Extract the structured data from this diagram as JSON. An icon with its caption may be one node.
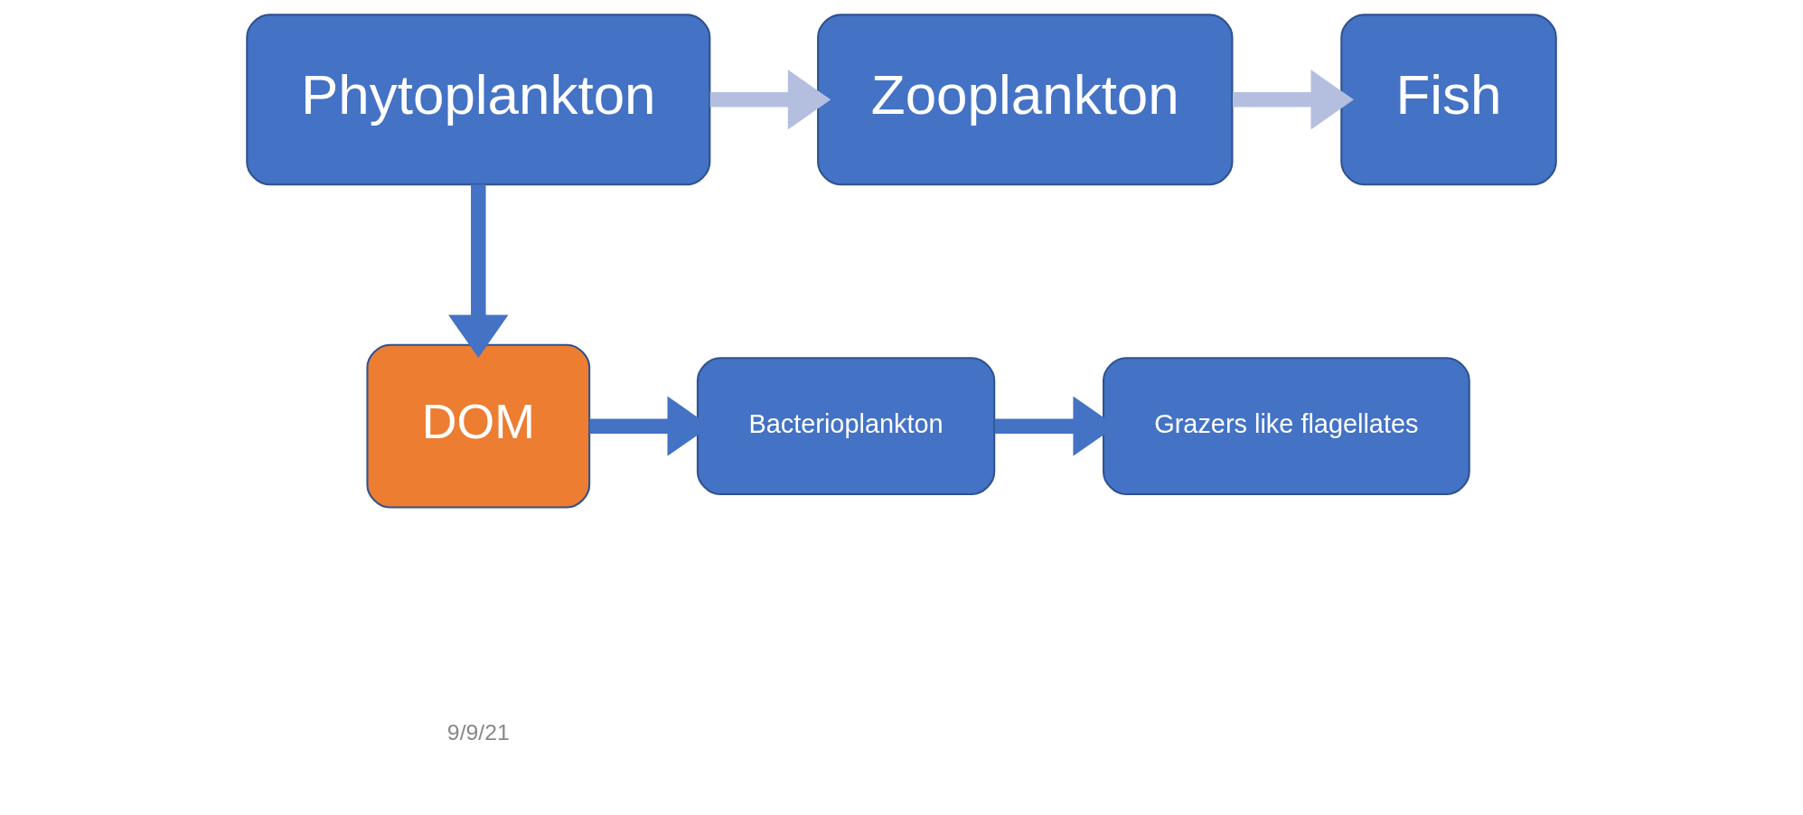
{
  "diagram": {
    "nodes": [
      {
        "text": [
          "Phytoplankton"
        ]
      },
      {
        "text": [
          "Zooplankton"
        ]
      },
      {
        "text": [
          "Fish"
        ]
      },
      {
        "text": [
          "DOM"
        ]
      },
      {
        "text": [
          "Bacterioplankton"
        ]
      },
      {
        "text": [
          "Grazers like flagellates"
        ]
      }
    ],
    "edges": [
      {
        "from": 0,
        "to": 1,
        "arrow": "to",
        "color": "#b4bfe0"
      },
      {
        "from": 1,
        "to": 2,
        "arrow": "to",
        "color": "#b4bfe0"
      },
      {
        "from": 0,
        "to": 3,
        "arrow": "to"
      },
      {
        "from": 3,
        "to": 4,
        "arrow": "to"
      },
      {
        "from": 4,
        "to": 5,
        "arrow": "to"
      }
    ],
    "labels": [
      "9/9/21"
    ]
  }
}
